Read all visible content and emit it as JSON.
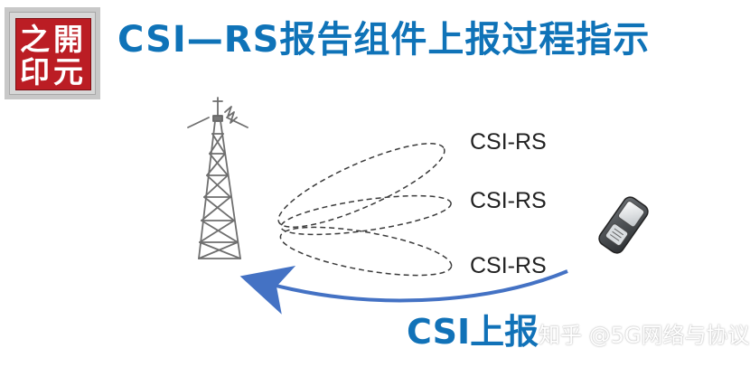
{
  "logo": {
    "chars": [
      "之",
      "開",
      "印",
      "元"
    ]
  },
  "title": "CSI—RS报告组件上报过程指示",
  "labels": {
    "csi_rs_1": "CSI-RS",
    "csi_rs_2": "CSI-RS",
    "csi_rs_3": "CSI-RS",
    "report": "CSI上报"
  },
  "watermark": "知乎 @5G网络与协议",
  "icons": {
    "tower": "cell-tower-icon",
    "phone": "mobile-phone-icon"
  },
  "colors": {
    "title": "#0f73b8",
    "arrow": "#4472c4",
    "logo_red": "#bb1d24"
  }
}
